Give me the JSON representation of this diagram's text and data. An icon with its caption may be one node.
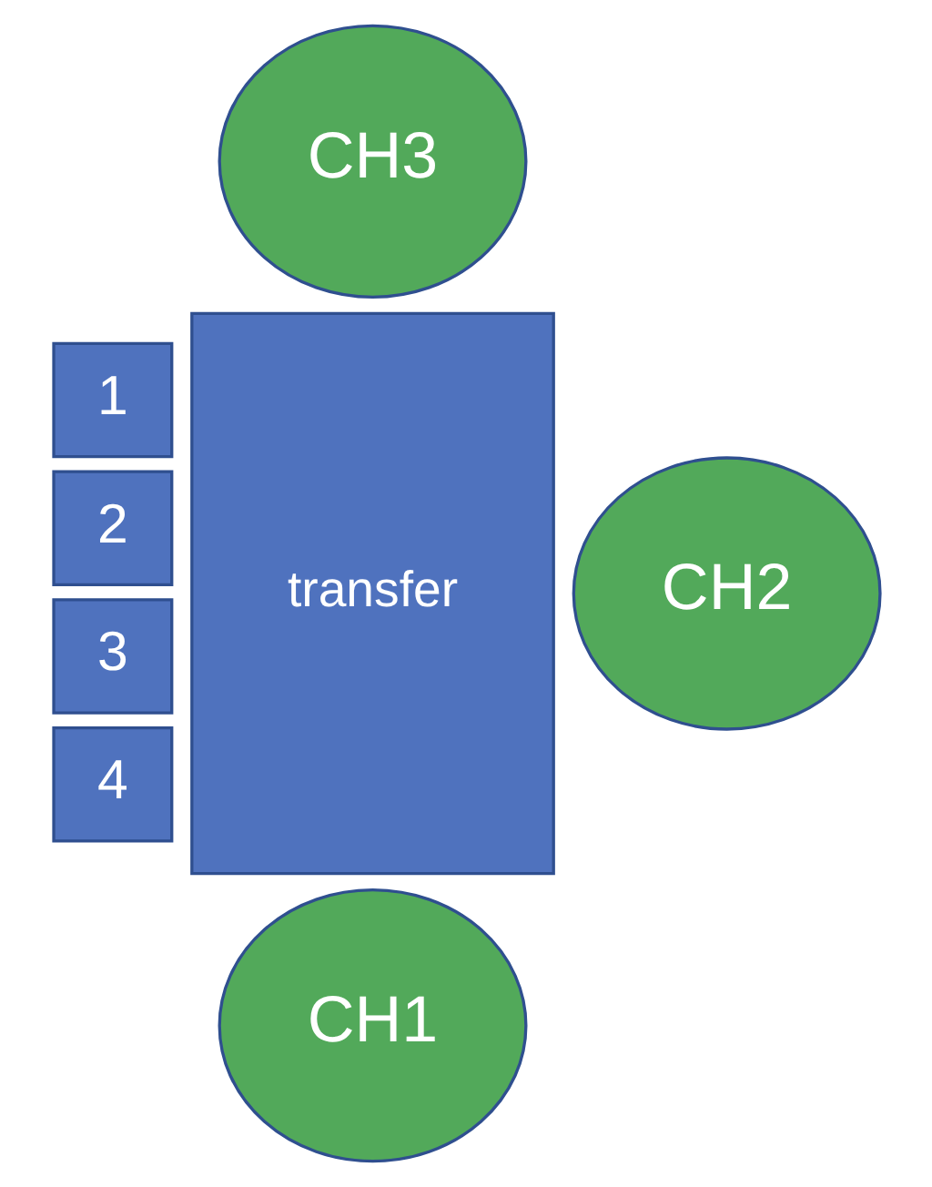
{
  "diagram": {
    "nodes": [
      {
        "text": [
          "CH3"
        ]
      },
      {
        "text": [
          "transfer"
        ]
      },
      {
        "text": [
          "1"
        ]
      },
      {
        "text": [
          "2"
        ]
      },
      {
        "text": [
          "3"
        ]
      },
      {
        "text": [
          "4"
        ]
      },
      {
        "text": [
          "CH2"
        ]
      },
      {
        "text": [
          "CH1"
        ]
      }
    ]
  }
}
